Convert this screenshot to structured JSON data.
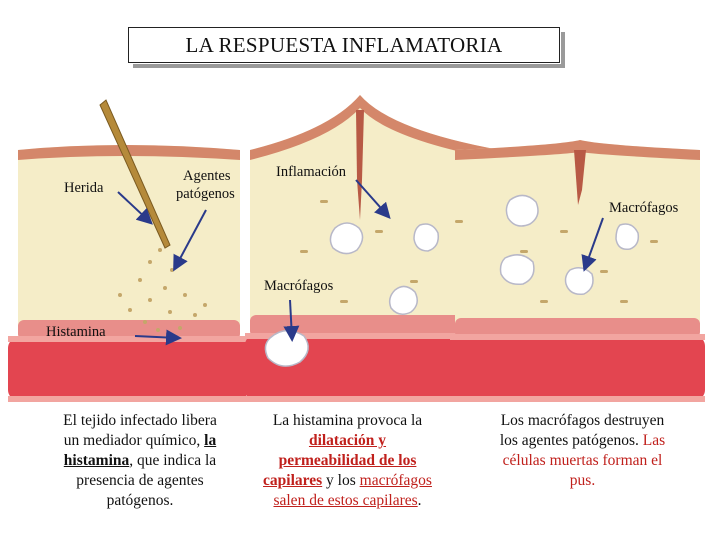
{
  "title": "LA RESPUESTA INFLAMATORIA",
  "labels": {
    "herida": "Herida",
    "agentes_line1": "Agentes",
    "agentes_line2": "patógenos",
    "inflamacion": "Inflamación",
    "macrofagos_center": "Macrófagos",
    "macrofagos_right": "Macrófagos",
    "histamina": "Histamina"
  },
  "captions": {
    "left": {
      "line1": "El tejido infectado libera",
      "line2_a": "un mediador químico, ",
      "line2_b": "la",
      "line3_a": "histamina",
      "line3_b": ", que indica la",
      "line4": "presencia de agentes",
      "line5": "patógenos."
    },
    "center": {
      "line1": "La histamina provoca la",
      "line2": "dilatación y",
      "line3": "permeabilidad de los",
      "line4_a": "capilares",
      "line4_b": " y los ",
      "line4_c": "macrófagos",
      "line5_a": "salen de estos capilares",
      "line5_b": "."
    },
    "right": {
      "line1": "Los macrófagos destruyen",
      "line2_a": "los agentes patógenos. ",
      "line2_b": "Las",
      "line3": "células muertas forman el",
      "line4": "pus."
    }
  },
  "colors": {
    "tissue": "#f5edc8",
    "skin": "#d4876a",
    "muscle": "#e88e8a",
    "blood": "#d8313a",
    "arrow": "#2a3a8a",
    "caption_red": "#c0201c"
  }
}
